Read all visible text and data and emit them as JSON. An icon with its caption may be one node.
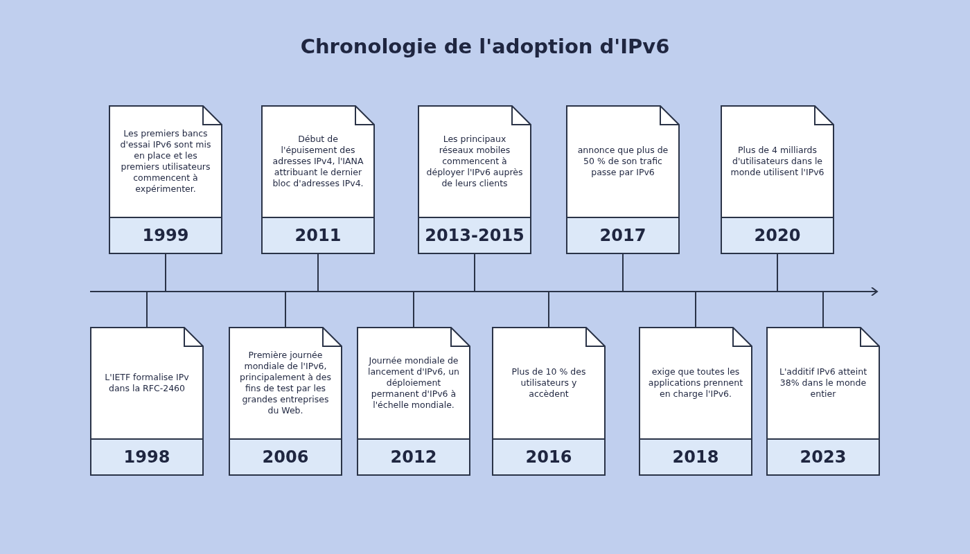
{
  "diagram": {
    "title": "Chronologie de l'adoption d'IPv6",
    "nodes": [
      {
        "text": [
          "Les premiers bancs d'essai IPv6 sont mis en place et les premiers utilisateurs commencent à expérimenter.",
          "1999"
        ]
      },
      {
        "text": [
          "Début de l'épuisement des adresses IPv4, l'IANA attribuant le dernier bloc d'adresses IPv4.",
          "2011"
        ]
      },
      {
        "text": [
          "Les principaux réseaux mobiles commencent à déployer l'IPv6 auprès de leurs clients",
          "2013-2015"
        ]
      },
      {
        "text": [
          "annonce que plus de 50 % de son trafic passe par IPv6",
          "2017"
        ]
      },
      {
        "text": [
          "Plus de 4 milliards d'utilisateurs dans le monde utilisent l'IPv6",
          "2020"
        ]
      },
      {
        "text": [
          "L'IETF formalise IPv dans la RFC-2460",
          "1998"
        ]
      },
      {
        "text": [
          "Première journée mondiale de l'IPv6, principalement à des fins de test par les grandes entreprises du Web.",
          "2006"
        ]
      },
      {
        "text": [
          "Journée mondiale de lancement d'IPv6, un déploiement permanent d'IPv6 à l'échelle mondiale.",
          "2012"
        ]
      },
      {
        "text": [
          "Plus de 10 % des utilisateurs y accèdent",
          "2016"
        ]
      },
      {
        "text": [
          "exige que toutes les applications prennent en charge l'IPv6.",
          "2018"
        ]
      },
      {
        "text": [
          "L'additif IPv6 atteint 38% dans le monde entier",
          "2023"
        ]
      }
    ],
    "edges": [
      {
        "from": 0,
        "to": null,
        "arrow": "none"
      },
      {
        "from": 1,
        "to": null,
        "arrow": "none"
      },
      {
        "from": 2,
        "to": null,
        "arrow": "none"
      },
      {
        "from": 3,
        "to": null,
        "arrow": "none"
      },
      {
        "from": 4,
        "to": null,
        "arrow": "none"
      },
      {
        "from": 5,
        "to": null,
        "arrow": "none"
      },
      {
        "from": 6,
        "to": null,
        "arrow": "none"
      },
      {
        "from": 7,
        "to": null,
        "arrow": "none"
      },
      {
        "from": 8,
        "to": null,
        "arrow": "none"
      },
      {
        "from": 9,
        "to": null,
        "arrow": "none"
      },
      {
        "from": 10,
        "to": null,
        "arrow": "none"
      }
    ]
  }
}
